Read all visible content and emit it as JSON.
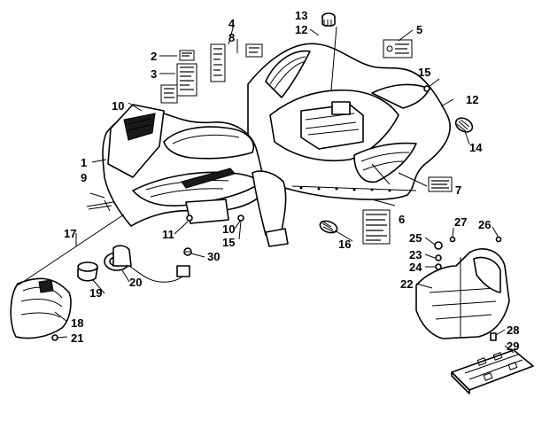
{
  "diagram": {
    "callouts": {
      "c1": "1",
      "c2": "2",
      "c3": "3",
      "c4": "4",
      "c5": "5",
      "c6": "6",
      "c7": "7",
      "c8": "8",
      "c9": "9",
      "c10a": "10",
      "c10b": "10",
      "c11": "11",
      "c12a": "12",
      "c12b": "12",
      "c13": "13",
      "c14": "14",
      "c15a": "15",
      "c15b": "15",
      "c16": "16",
      "c17": "17",
      "c18": "18",
      "c19": "19",
      "c20": "20",
      "c21": "21",
      "c22": "22",
      "c23": "23",
      "c24": "24",
      "c25": "25",
      "c26": "26",
      "c27": "27",
      "c28": "28",
      "c29": "29",
      "c30": "30"
    },
    "colors": {
      "line": "#000000",
      "background": "#ffffff",
      "fill_dark": "#1a1a1a"
    }
  }
}
